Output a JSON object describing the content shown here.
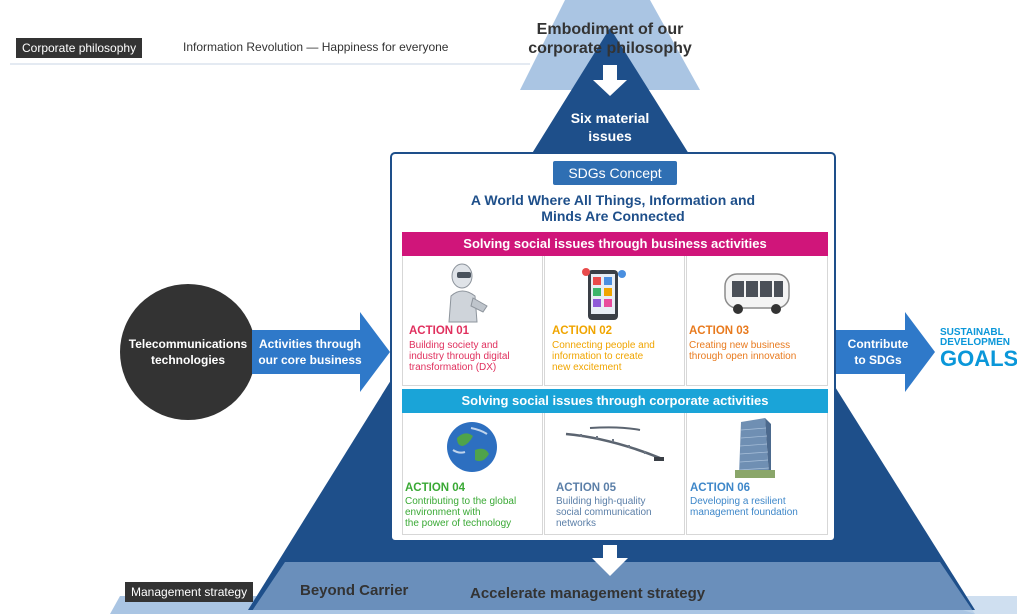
{
  "top": {
    "philosophy_tag": "Corporate philosophy",
    "philosophy_text": "Information Revolution — Happiness for everyone",
    "embodiment_line1": "Embodiment of our",
    "embodiment_line2": "corporate philosophy",
    "six_line1": "Six material",
    "six_line2": "issues"
  },
  "center": {
    "sdgs_concept": "SDGs Concept",
    "headline_line1": "A World Where All Things, Information and",
    "headline_line2": "Minds Are Connected",
    "business_band": "Solving social issues through business activities",
    "corporate_band": "Solving social issues through corporate activities",
    "actions": [
      {
        "label": "ACTION 01",
        "desc": [
          "Building society and",
          "industry through digital",
          "transformation (DX)"
        ],
        "color": "#e0305e"
      },
      {
        "label": "ACTION 02",
        "desc": [
          "Connecting people and",
          "information to create",
          "new excitement"
        ],
        "color": "#f0a500"
      },
      {
        "label": "ACTION 03",
        "desc": [
          "Creating new business",
          "through open innovation"
        ],
        "color": "#e87a1e"
      },
      {
        "label": "ACTION 04",
        "desc": [
          "Contributing to the global",
          "environment with",
          "the power of technology"
        ],
        "color": "#3aa935"
      },
      {
        "label": "ACTION 05",
        "desc": [
          "Building high-quality",
          "social communication",
          "networks"
        ],
        "color": "#5b7fa8"
      },
      {
        "label": "ACTION 06",
        "desc": [
          "Developing a resilient",
          "management foundation"
        ],
        "color": "#3e87c9"
      }
    ]
  },
  "left": {
    "circle_line1": "Telecommunications",
    "circle_line2": "technologies",
    "arrow_line1": "Activities through",
    "arrow_line2": "our core business"
  },
  "right": {
    "arrow_line1": "Contribute",
    "arrow_line2": "to SDGs",
    "sdg_line1": "SUSTAINABL",
    "sdg_line2": "DEVELOPMEN",
    "sdg_line3": "GOALS"
  },
  "bottom": {
    "strategy_tag": "Management strategy",
    "strategy_text": "Beyond Carrier",
    "accelerate": "Accelerate management strategy"
  },
  "colors": {
    "dark_navy": "#1e4f8a",
    "mid_blue": "#2f6fb3",
    "light_blue": "#aac5e3",
    "pale_blue": "#cfdff0",
    "arrow_blue": "#2f79c9",
    "magenta": "#d0157a",
    "cyan": "#1aa4d8",
    "sdg_blue": "#0a97d9",
    "circle": "#333333"
  }
}
